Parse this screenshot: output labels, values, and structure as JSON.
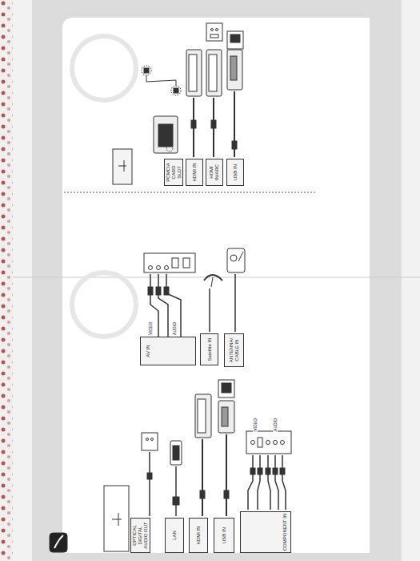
{
  "diagram": {
    "nodes": [
      {
        "text": [
          "PCMCIA CARD SLOT"
        ]
      },
      {
        "text": [
          "HDMI IN"
        ]
      },
      {
        "text": [
          "HDMI IN/ARC"
        ]
      },
      {
        "text": [
          "USB IN"
        ]
      },
      {
        "text": [
          "AV IN"
        ]
      },
      {
        "text": [
          "Satellite IN"
        ]
      },
      {
        "text": [
          "ANTENNA/ CABLE IN"
        ]
      },
      {
        "text": [
          "OPTICAL DIGITAL AUDIO OUT"
        ]
      },
      {
        "text": [
          "LAN"
        ]
      },
      {
        "text": [
          "HDMI IN"
        ]
      },
      {
        "text": [
          "USB IN"
        ]
      },
      {
        "text": [
          "COMPONENT IN"
        ]
      }
    ],
    "labels": [
      "VIDEO",
      "AUDIO",
      "VIDEO",
      "AUDIO"
    ]
  }
}
